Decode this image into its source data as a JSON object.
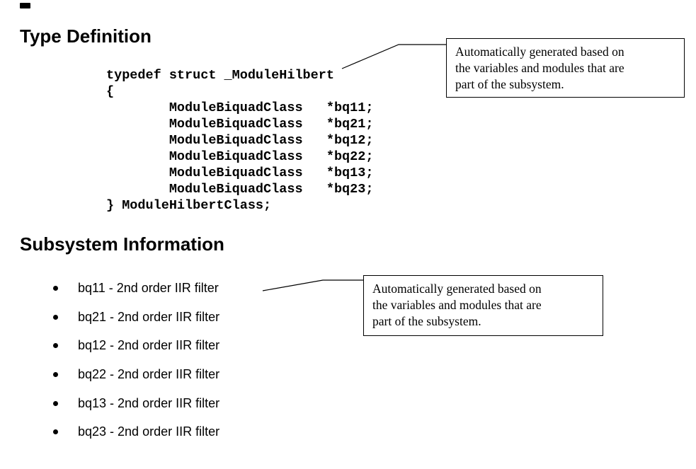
{
  "type_definition": {
    "heading": "Type Definition",
    "code_lines": [
      "typedef struct _ModuleHilbert",
      "{",
      "        ModuleBiquadClass   *bq11;",
      "        ModuleBiquadClass   *bq21;",
      "        ModuleBiquadClass   *bq12;",
      "        ModuleBiquadClass   *bq22;",
      "        ModuleBiquadClass   *bq13;",
      "        ModuleBiquadClass   *bq23;",
      "} ModuleHilbertClass;"
    ],
    "callout_lines": [
      "Automatically generated based on",
      "the variables and modules that are",
      "part of the subsystem."
    ]
  },
  "subsystem_information": {
    "heading": "Subsystem Information",
    "items": [
      "bq11 - 2nd order IIR filter",
      "bq21 - 2nd order IIR filter",
      "bq12 - 2nd order IIR filter",
      "bq22 - 2nd order IIR filter",
      "bq13 - 2nd order IIR filter",
      "bq23 - 2nd order IIR filter"
    ],
    "callout_lines": [
      "Automatically generated based on",
      "the variables and modules that are",
      "part of the subsystem."
    ]
  },
  "colors": {
    "text": "#000000",
    "background": "#ffffff",
    "callout_border": "#000000"
  }
}
